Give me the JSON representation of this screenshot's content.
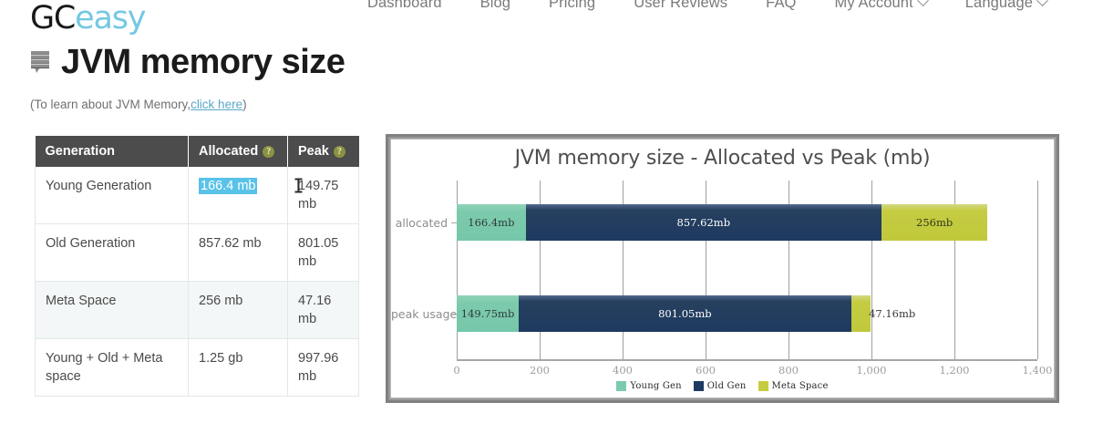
{
  "nav": {
    "items": [
      {
        "label": "Dashboard",
        "caret": false
      },
      {
        "label": "Blog",
        "caret": false
      },
      {
        "label": "Pricing",
        "caret": false
      },
      {
        "label": "User Reviews",
        "caret": false
      },
      {
        "label": "FAQ",
        "caret": false
      },
      {
        "label": "My Account",
        "caret": true
      },
      {
        "label": "Language",
        "caret": true
      }
    ]
  },
  "brand": {
    "part1": "GC",
    "part2": "easy"
  },
  "header": {
    "title": "JVM memory size",
    "icon": "lines-bubble-icon"
  },
  "subtitle": {
    "prefix": "(To learn about JVM Memory,",
    "link": "click here",
    "suffix": ")"
  },
  "table": {
    "columns": [
      {
        "label": "Generation",
        "help": false
      },
      {
        "label": "Allocated",
        "help": true,
        "help_glyph": "?"
      },
      {
        "label": "Peak",
        "help": true,
        "help_glyph": "?"
      }
    ],
    "rows": [
      {
        "generation": "Young Generation",
        "allocated": "166.4 mb",
        "peak": "149.75 mb",
        "allocated_selected": true,
        "peak_cursor": true
      },
      {
        "generation": "Old Generation",
        "allocated": "857.62 mb",
        "peak": "801.05 mb",
        "allocated_selected": false,
        "peak_cursor": false
      },
      {
        "generation": "Meta Space",
        "allocated": "256 mb",
        "peak": "47.16 mb",
        "allocated_selected": false,
        "peak_cursor": false
      },
      {
        "generation": "Young + Old + Meta space",
        "allocated": "1.25 gb",
        "peak": "997.96 mb",
        "allocated_selected": false,
        "peak_cursor": false
      }
    ]
  },
  "chart_data": {
    "type": "bar",
    "orientation": "horizontal",
    "stacked": true,
    "title": "JVM memory size - Allocated vs Peak (mb)",
    "xlabel": "",
    "ylabel": "",
    "categories": [
      "allocated",
      "peak usage"
    ],
    "xlim": [
      0,
      1400
    ],
    "xticks": [
      0,
      200,
      400,
      600,
      800,
      1000,
      1200,
      1400
    ],
    "xtick_labels": [
      "0",
      "200",
      "400",
      "600",
      "800",
      "1,000",
      "1,200",
      "1,400"
    ],
    "grid": true,
    "legend_position": "bottom",
    "series": [
      {
        "name": "Young Gen",
        "color": "#7ccaad",
        "values": [
          166.4,
          149.75
        ],
        "labels": [
          "166.4mb",
          "149.75mb"
        ]
      },
      {
        "name": "Old Gen",
        "color": "#1e3a60",
        "values": [
          857.62,
          801.05
        ],
        "labels": [
          "857.62mb",
          "801.05mb"
        ]
      },
      {
        "name": "Meta Space",
        "color": "#c5cc42",
        "values": [
          256,
          47.16
        ],
        "labels": [
          "256mb",
          "47.16mb"
        ]
      }
    ],
    "totals": [
      1280.02,
      997.96
    ]
  },
  "colors": {
    "young_gen": "#7ccaad",
    "old_gen": "#1e3a60",
    "meta_space": "#c5cc42",
    "selection": "#59c2e8",
    "table_header": "#4c4c4c",
    "help_icon": "#8c9340",
    "brand_accent": "#74c8e2"
  }
}
